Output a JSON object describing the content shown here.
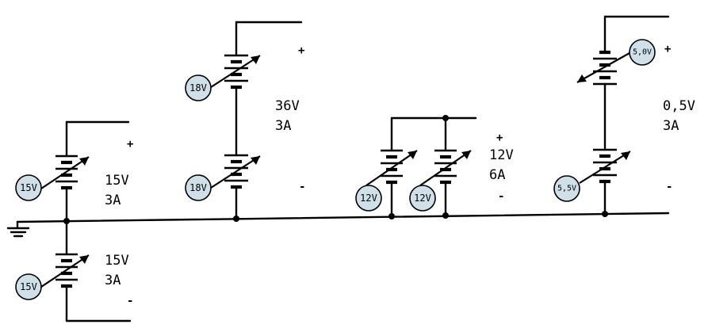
{
  "rails": [
    {
      "voltage": "15V",
      "current": "3A",
      "plus": "+",
      "minus": "",
      "cells": [
        "15V"
      ]
    },
    {
      "voltage": "15V",
      "current": "3A",
      "plus": "",
      "minus": "-",
      "cells": [
        "15V"
      ]
    },
    {
      "voltage": "36V",
      "current": "3A",
      "plus": "+",
      "minus": "-",
      "cells": [
        "18V",
        "18V"
      ]
    },
    {
      "voltage": "12V",
      "current": "6A",
      "plus": "+",
      "minus": "-",
      "cells": [
        "12V",
        "12V"
      ]
    },
    {
      "voltage": "0,5V",
      "current": "3A",
      "plus": "+",
      "minus": "-",
      "cells": [
        "5,0V",
        "5,5V"
      ]
    }
  ]
}
